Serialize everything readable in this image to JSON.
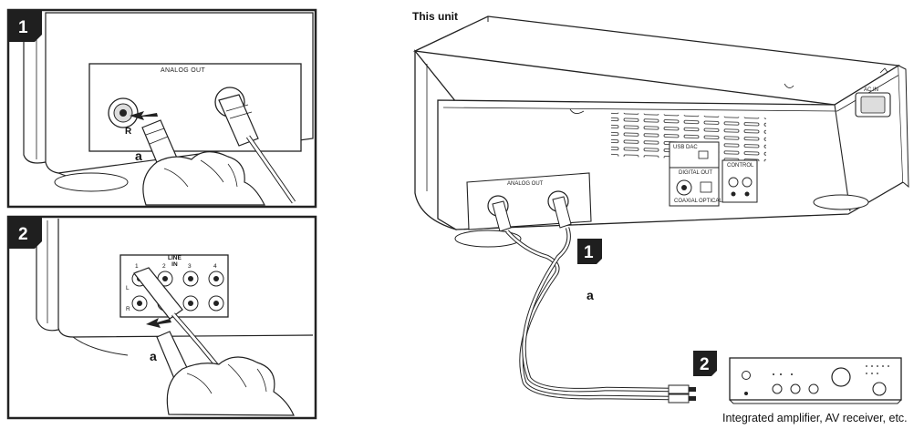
{
  "unit_title": "This unit",
  "caption": "Integrated amplifier, AV receiver, etc.",
  "steps": {
    "one": "1",
    "two": "2"
  },
  "cable_label": "a",
  "inset1": {
    "panel_label": "ANALOG  OUT",
    "right_jack_label": "R"
  },
  "inset2": {
    "line_in_label": "LINE\nIN",
    "input_numbers": [
      "1",
      "2",
      "3",
      "4"
    ],
    "left_label": "L",
    "right_label": "R"
  },
  "rear_panel": {
    "analog_out": "ANALOG  OUT",
    "usb_dac": "USB DAC",
    "digital_out": "DIGITAL  OUT",
    "coaxial": "COAXIAL",
    "optical": "OPTICAL",
    "control": "CONTROL",
    "ac_in": "AC IN"
  }
}
